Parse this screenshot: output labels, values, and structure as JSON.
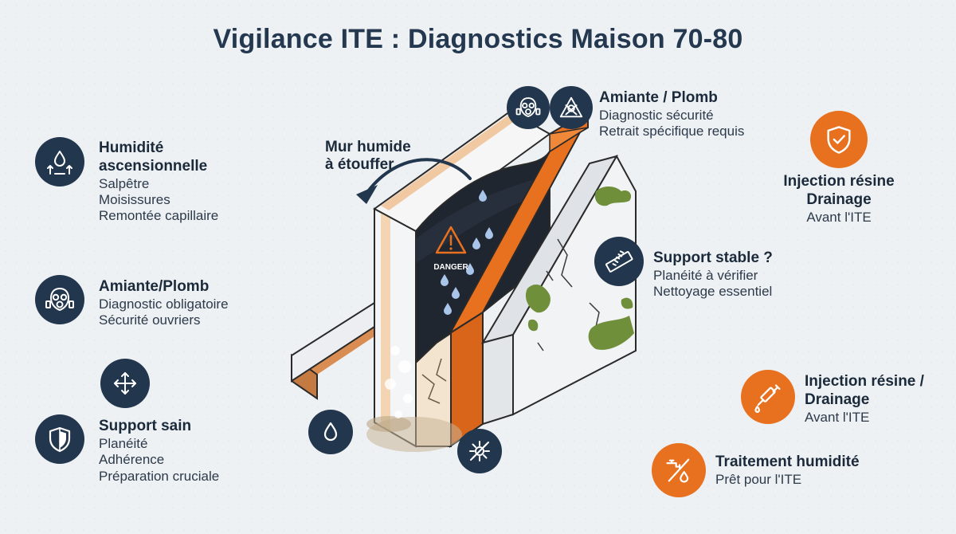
{
  "title": "Vigilance ITE : Diagnostics Maison 70-80",
  "colors": {
    "navy": "#22364d",
    "orange": "#e8711f",
    "moss": "#6f8f3a"
  },
  "left": [
    {
      "icon": "water-rising-icon",
      "heading": "Humidité ascensionnelle",
      "lines": [
        "Salpêtre",
        "Moisissures",
        "Remontée capillaire"
      ]
    },
    {
      "icon": "gas-mask-icon",
      "heading": "Amiante/Plomb",
      "lines": [
        "Diagnostic obligatoire",
        "Sécurité ouvriers"
      ]
    },
    {
      "icon": "move-arrows-icon"
    },
    {
      "icon": "shield-icon",
      "heading": "Support sain",
      "lines": [
        "Planéité",
        "Adhérence",
        "Préparation cruciale"
      ]
    }
  ],
  "diagram": {
    "mur_label": "Mur humide à étouffer",
    "danger_label": "DANGER",
    "top_callout": {
      "icons": [
        "gas-mask-icon",
        "toxic-skull-icon"
      ],
      "heading": "Amiante / Plomb",
      "lines": [
        "Diagnostic sécurité",
        "Retrait spécifique requis"
      ]
    },
    "support_callout": {
      "icon": "ruler-icon",
      "heading": "Support stable ?",
      "lines": [
        "Planéité à vérifier",
        "Nettoyage essentiel"
      ]
    },
    "bottom_icons": [
      "water-drop-icon",
      "no-mold-icon"
    ]
  },
  "right": [
    {
      "icon": "shield-check-icon",
      "heading": "Injection résine Drainage",
      "lines": [
        "Avant l'ITE"
      ]
    },
    {
      "icon": "syringe-icon",
      "heading": "Injection résine / Drainage",
      "lines": [
        "Avant l'ITE"
      ]
    },
    {
      "icon": "no-tap-water-icon",
      "heading": "Traitement humidité",
      "lines": [
        "Prêt pour l'ITE"
      ]
    }
  ]
}
